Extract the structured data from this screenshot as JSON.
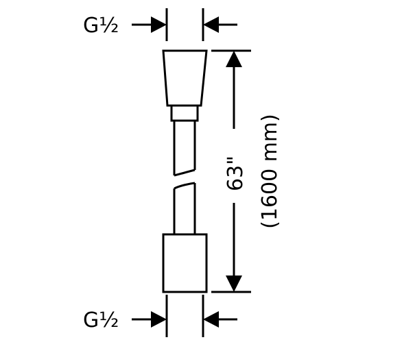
{
  "diagram": {
    "top_thread_label": "G½",
    "bottom_thread_label": "G½",
    "length_imperial": "63\"",
    "length_metric": "(1600 mm)"
  },
  "colors": {
    "line": "#000000",
    "background": "#ffffff"
  }
}
